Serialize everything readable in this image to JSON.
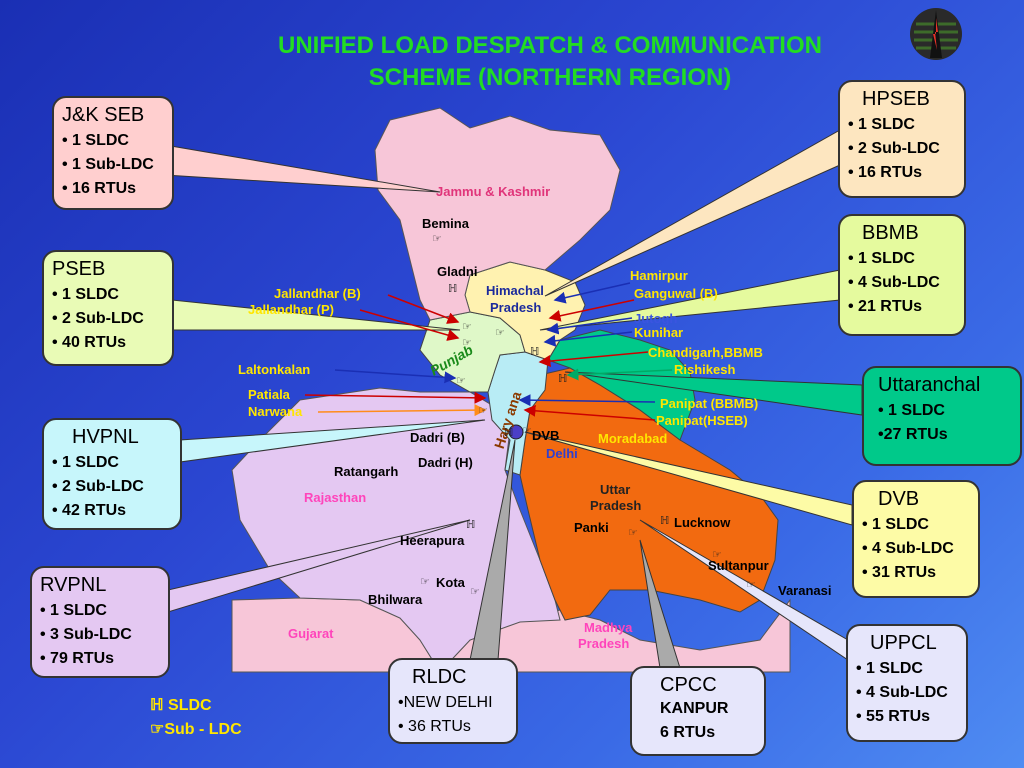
{
  "title": {
    "line1": "UNIFIED LOAD DESPATCH & COMMUNICATION",
    "line2": "SCHEME (NORTHERN REGION)"
  },
  "colors": {
    "green_title": "#22dd22",
    "label_yellow": "#ffe600",
    "state_pink": "#e0357a",
    "background": "#2b47d2"
  },
  "boxes": {
    "jk": {
      "title": "J&K SEB",
      "items": [
        "1 SLDC",
        "1 Sub-LDC",
        "16 RTUs"
      ]
    },
    "pseb": {
      "title": "PSEB",
      "items": [
        "1 SLDC",
        "2 Sub-LDC",
        "40 RTUs"
      ]
    },
    "hvpnl": {
      "title": "HVPNL",
      "items": [
        "1 SLDC",
        "2 Sub-LDC",
        "42 RTUs"
      ]
    },
    "rvpnl": {
      "title": "RVPNL",
      "items": [
        "1 SLDC",
        "3  Sub-LDC",
        "79 RTUs"
      ]
    },
    "hpseb": {
      "title": "HPSEB",
      "items": [
        "1 SLDC",
        "2 Sub-LDC",
        "16 RTUs"
      ]
    },
    "bbmb": {
      "title": "BBMB",
      "items": [
        "1 SLDC",
        "4 Sub-LDC",
        "21 RTUs"
      ]
    },
    "uttaranchal": {
      "title": "Uttaranchal",
      "items": [
        "1 SLDC",
        "27 RTUs"
      ]
    },
    "dvb": {
      "title": "DVB",
      "items": [
        "1 SLDC",
        " 4 Sub-LDC",
        " 31 RTUs"
      ]
    },
    "uppcl": {
      "title": "UPPCL",
      "items": [
        "1 SLDC",
        "4 Sub-LDC",
        "55 RTUs"
      ]
    },
    "rldc": {
      "title": "RLDC",
      "items": [
        "NEW DELHI",
        " 36 RTUs"
      ]
    },
    "cpcc": {
      "title": "CPCC",
      "subtitle": "KANPUR",
      "items": [
        "6 RTUs"
      ]
    }
  },
  "map_labels": {
    "jammu_kashmir": "Jammu & Kashmir",
    "himachal": "Himachal",
    "himachal2": "Pradesh",
    "punjab": "Punjab",
    "haryana": "Hary ana",
    "rajasthan": "Rajasthan",
    "gujarat": "Gujarat",
    "uttar": "Uttar",
    "uttar2": "Pradesh",
    "madhya": "Madhya",
    "madhya2": "Pradesh",
    "delhi": "Delhi"
  },
  "places": {
    "bemina": "Bemina",
    "gladni": "Gladni",
    "jallandhar_b": "Jallandhar (B)",
    "jallandhar_p": "Jallandhar (P)",
    "laltonkalan": "Laltonkalan",
    "patiala": "Patiala",
    "narwana": "Narwana",
    "dadri_b": "Dadri (B)",
    "dadri_h": "Dadri (H)",
    "dvb": "DVB",
    "ratangarh": "Ratangarh",
    "heerapura": "Heerapura",
    "kota": "Kota",
    "bhilwara": "Bhilwara",
    "hamirpur": "Hamirpur",
    "ganguwal": "Ganguwal (B)",
    "jutogh": "Jutogh",
    "kunihar": "Kunihar",
    "chandigarh": "Chandigarh,BBMB",
    "rishikesh": "Rishikesh",
    "panipat_bbmb": "Panipat (BBMB)",
    "panipat_hseb": "Panipat(HSEB)",
    "moradabad": "Moradabad",
    "panki": "Panki",
    "lucknow": "Lucknow",
    "sultanpur": "Sultanpur",
    "varanasi": "Varanasi"
  },
  "legend": {
    "sldc": "SLDC",
    "subldc": "Sub - LDC"
  }
}
